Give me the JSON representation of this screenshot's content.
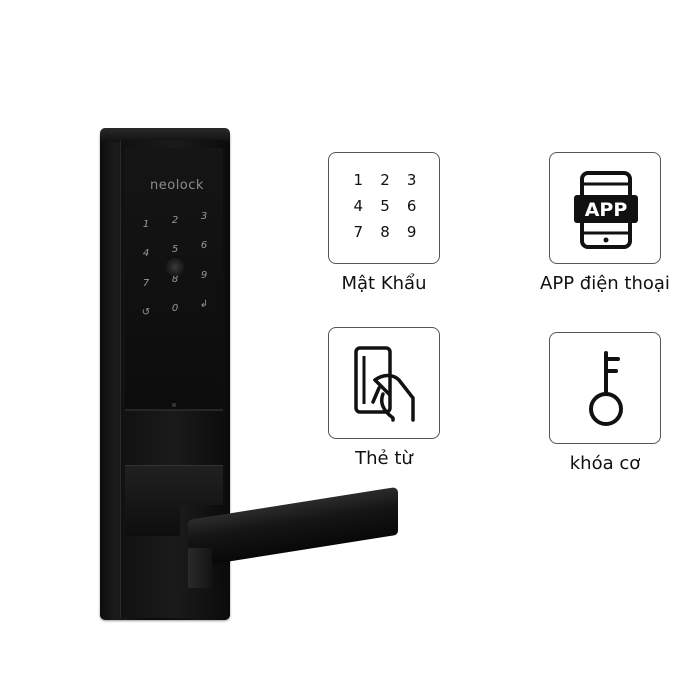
{
  "product": {
    "brand": "neolock",
    "keypad": [
      "1",
      "2",
      "3",
      "4",
      "5",
      "6",
      "7",
      "8",
      "9",
      "↺",
      "0",
      "↲"
    ]
  },
  "features": [
    {
      "id": "password",
      "label": "Mật Khẩu",
      "icon": "keypad-icon",
      "keys": [
        "1",
        "2",
        "3",
        "4",
        "5",
        "6",
        "7",
        "8",
        "9"
      ]
    },
    {
      "id": "app",
      "label": "APP điện thoại",
      "icon": "phone-app-icon",
      "badge": "APP"
    },
    {
      "id": "card",
      "label": "Thẻ từ",
      "icon": "card-hand-icon"
    },
    {
      "id": "key",
      "label": "khóa cơ",
      "icon": "key-icon"
    }
  ]
}
